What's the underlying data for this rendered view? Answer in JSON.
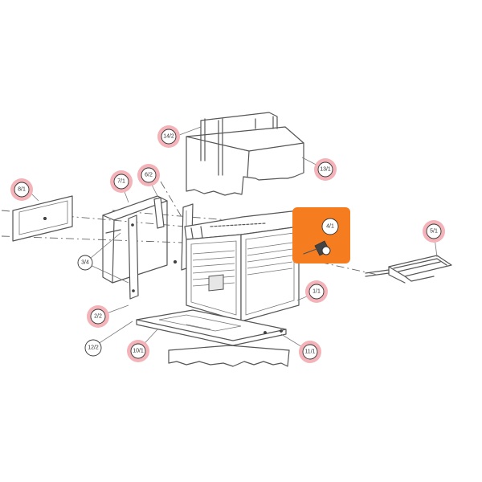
{
  "colors": {
    "callout_highlight": "#f4b3b8",
    "selected_highlight": "#f57c1f",
    "line": "#555555",
    "background": "#ffffff"
  },
  "callouts": [
    {
      "id": "14-2",
      "label": "14/2",
      "highlighted": true
    },
    {
      "id": "13-1",
      "label": "13/1",
      "highlighted": true
    },
    {
      "id": "8-1",
      "label": "8/1",
      "highlighted": true
    },
    {
      "id": "7-1",
      "label": "7/1",
      "highlighted": true
    },
    {
      "id": "6-2",
      "label": "6/2",
      "highlighted": true
    },
    {
      "id": "4-1",
      "label": "4/1",
      "highlighted": true,
      "selected": true
    },
    {
      "id": "5-1",
      "label": "5/1",
      "highlighted": true
    },
    {
      "id": "3-4",
      "label": "3/4",
      "highlighted": false
    },
    {
      "id": "1-1",
      "label": "1/1",
      "highlighted": true
    },
    {
      "id": "2-2",
      "label": "2/2",
      "highlighted": true
    },
    {
      "id": "12-2",
      "label": "12/2",
      "highlighted": false
    },
    {
      "id": "10-1",
      "label": "10/1",
      "highlighted": true
    },
    {
      "id": "11-1",
      "label": "11/1",
      "highlighted": true
    }
  ]
}
